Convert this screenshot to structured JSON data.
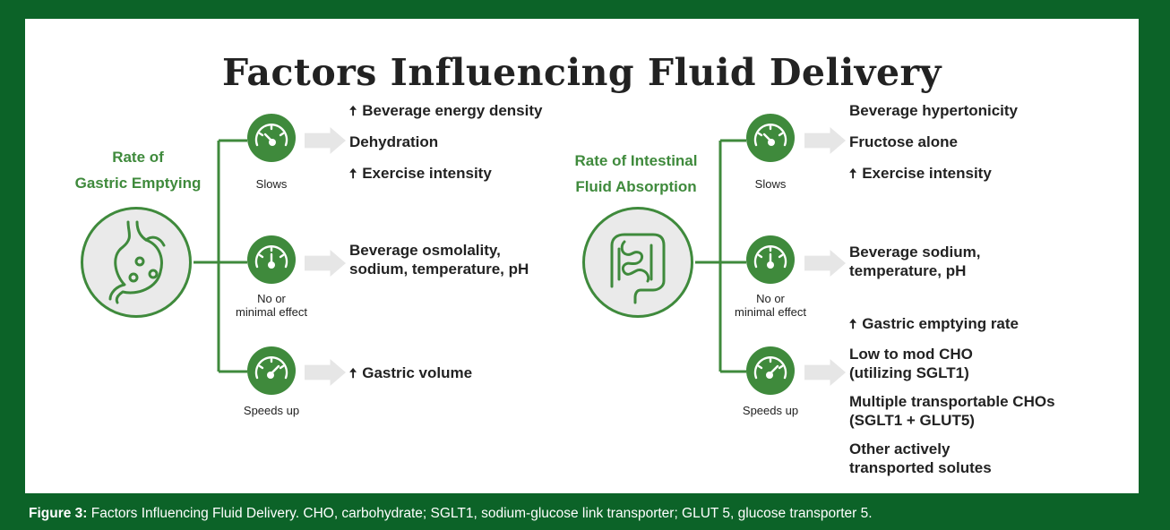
{
  "title": "Factors Influencing Fluid Delivery",
  "left": {
    "label_line1": "Rate of",
    "label_line2": "Gastric Emptying",
    "icon": "stomach-icon",
    "slows_label": "Slows",
    "no_effect_label_line1": "No or",
    "no_effect_label_line2": "minimal effect",
    "speeds_label": "Speeds up",
    "slows_factors": [
      "Beverage energy density",
      "Dehydration",
      "Exercise intensity"
    ],
    "no_effect_factors": [
      "Beverage osmolality,",
      "sodium, temperature, pH"
    ],
    "speeds_factors": [
      "Gastric volume"
    ]
  },
  "right": {
    "label_line1": "Rate of Intestinal",
    "label_line2": "Fluid Absorption",
    "icon": "intestine-icon",
    "slows_label": "Slows",
    "no_effect_label_line1": "No or",
    "no_effect_label_line2": "minimal effect",
    "speeds_label": "Speeds up",
    "slows_factors": [
      "Beverage hypertonicity",
      "Fructose alone",
      "Exercise intensity"
    ],
    "no_effect_factors": [
      "Beverage sodium,",
      "temperature, pH"
    ],
    "speeds_factors": [
      "Gastric emptying rate",
      "Low to mod CHO",
      "(utilizing SGLT1)",
      "Multiple transportable CHOs",
      "(SGLT1 + GLUT5)",
      "Other actively",
      "transported solutes"
    ]
  },
  "up_arrow_symbol": "🠅",
  "caption": {
    "prefix": "Figure 3:",
    "text": " Factors Influencing Fluid Delivery. CHO, carbohydrate; SGLT1, sodium-glucose link transporter; GLUT 5, glucose transporter 5."
  },
  "colors": {
    "border_green": "#0c6328",
    "accent_green": "#3f8a3c",
    "arrow_gray": "#e6e6e6"
  }
}
